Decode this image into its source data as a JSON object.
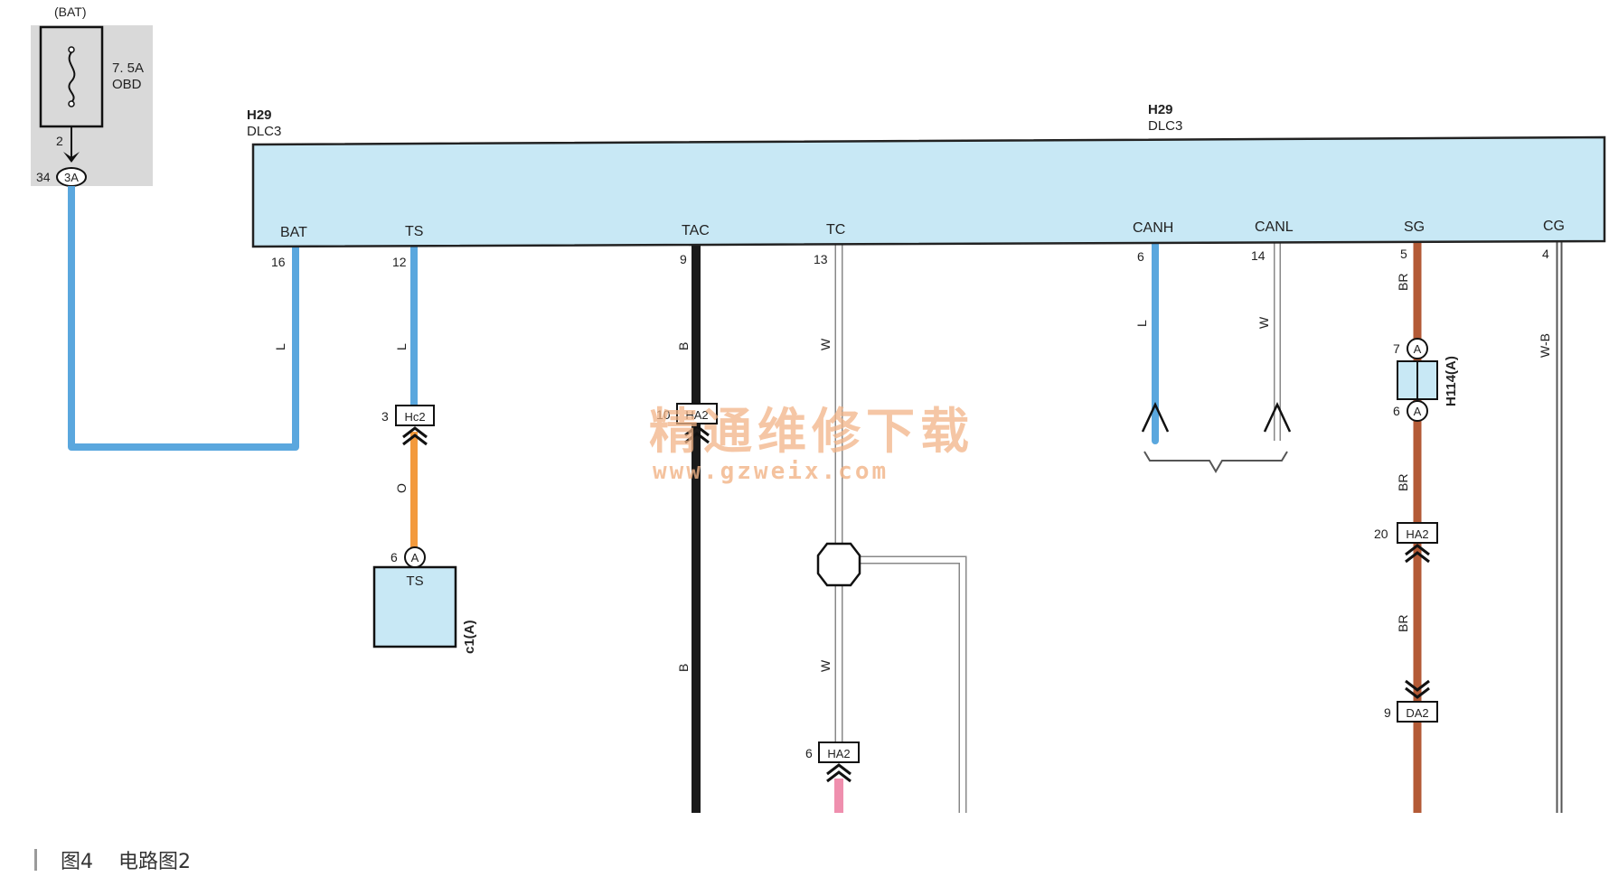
{
  "fuse": {
    "top_label": "(BAT)",
    "rating": "7. 5A",
    "name": "OBD",
    "pin_out": "2",
    "pin_connector": "34",
    "connector": "3A"
  },
  "dlc": {
    "left_code": "H29",
    "left_name": "DLC3",
    "right_code": "H29",
    "right_name": "DLC3"
  },
  "terminals": [
    {
      "name": "BAT",
      "pin": "16",
      "wire": "L"
    },
    {
      "name": "TS",
      "pin": "12",
      "wire": "L"
    },
    {
      "name": "TAC",
      "pin": "9",
      "wire": "B"
    },
    {
      "name": "TC",
      "pin": "13",
      "wire": "W"
    },
    {
      "name": "CANH",
      "pin": "6",
      "wire": "L"
    },
    {
      "name": "CANL",
      "pin": "14",
      "wire": "W"
    },
    {
      "name": "SG",
      "pin": "5",
      "wire": "BR"
    },
    {
      "name": "CG",
      "pin": "4",
      "wire": "W-B"
    }
  ],
  "connectors": {
    "hc2": {
      "pin": "3",
      "name": "Hc2",
      "wire_below": "O"
    },
    "ha2_tac": {
      "pin": "10",
      "name": "HA2",
      "wire_below": "B"
    },
    "ha2_tc": {
      "pin": "6",
      "name": "HA2",
      "wire_mid": "W"
    },
    "h114": {
      "pin_top": "7",
      "pin_bottom": "6",
      "letter": "A",
      "name": "H114(A)"
    },
    "ha2_sg": {
      "pin": "20",
      "name": "HA2",
      "wire_above": "BR",
      "wire_below": "BR"
    },
    "da2": {
      "pin": "9",
      "name": "DA2"
    }
  },
  "component": {
    "pin": "6",
    "letter": "A",
    "name": "TS",
    "code": "c1(A)"
  },
  "colors": {
    "blue": "#5aa7de",
    "orange": "#f39a3d",
    "black": "#1a1a1a",
    "brown": "#b35a36",
    "pink": "#ef8fae",
    "panel": "#c8e8f5",
    "fuse_bg": "#d9d9d9"
  },
  "watermark": {
    "line1": "精通维修下载",
    "line2": "www.gzweix.com"
  },
  "caption": {
    "figure": "图4",
    "title": "电路图2"
  }
}
